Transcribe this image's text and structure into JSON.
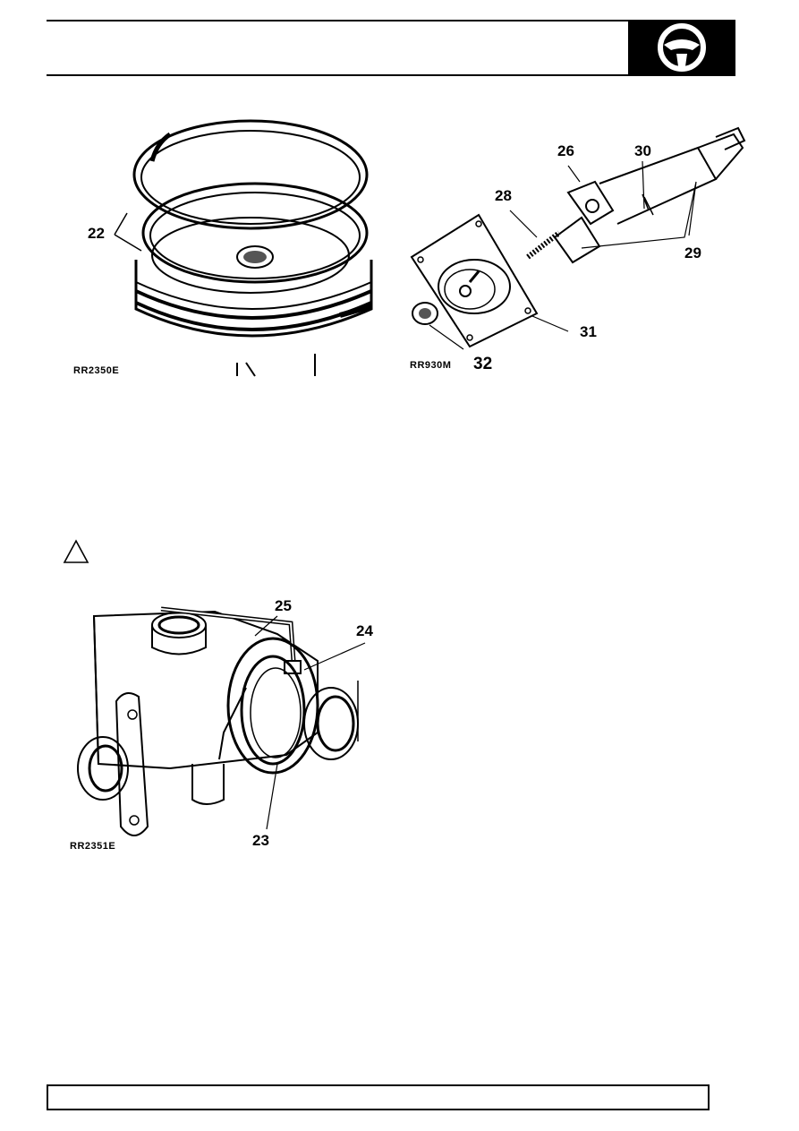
{
  "header": {
    "badge_icon": "steering-wheel-icon"
  },
  "figures": {
    "piston_rings": {
      "ref": "RR2350E",
      "callouts": [
        "22"
      ]
    },
    "valve_assembly": {
      "ref": "RR930M",
      "callouts": [
        "26",
        "30",
        "28",
        "29",
        "31",
        "32"
      ]
    },
    "steering_box": {
      "ref": "RR2351E",
      "callouts": [
        "25",
        "24",
        "23"
      ]
    }
  },
  "warning": {
    "icon": "caution-triangle-icon"
  }
}
